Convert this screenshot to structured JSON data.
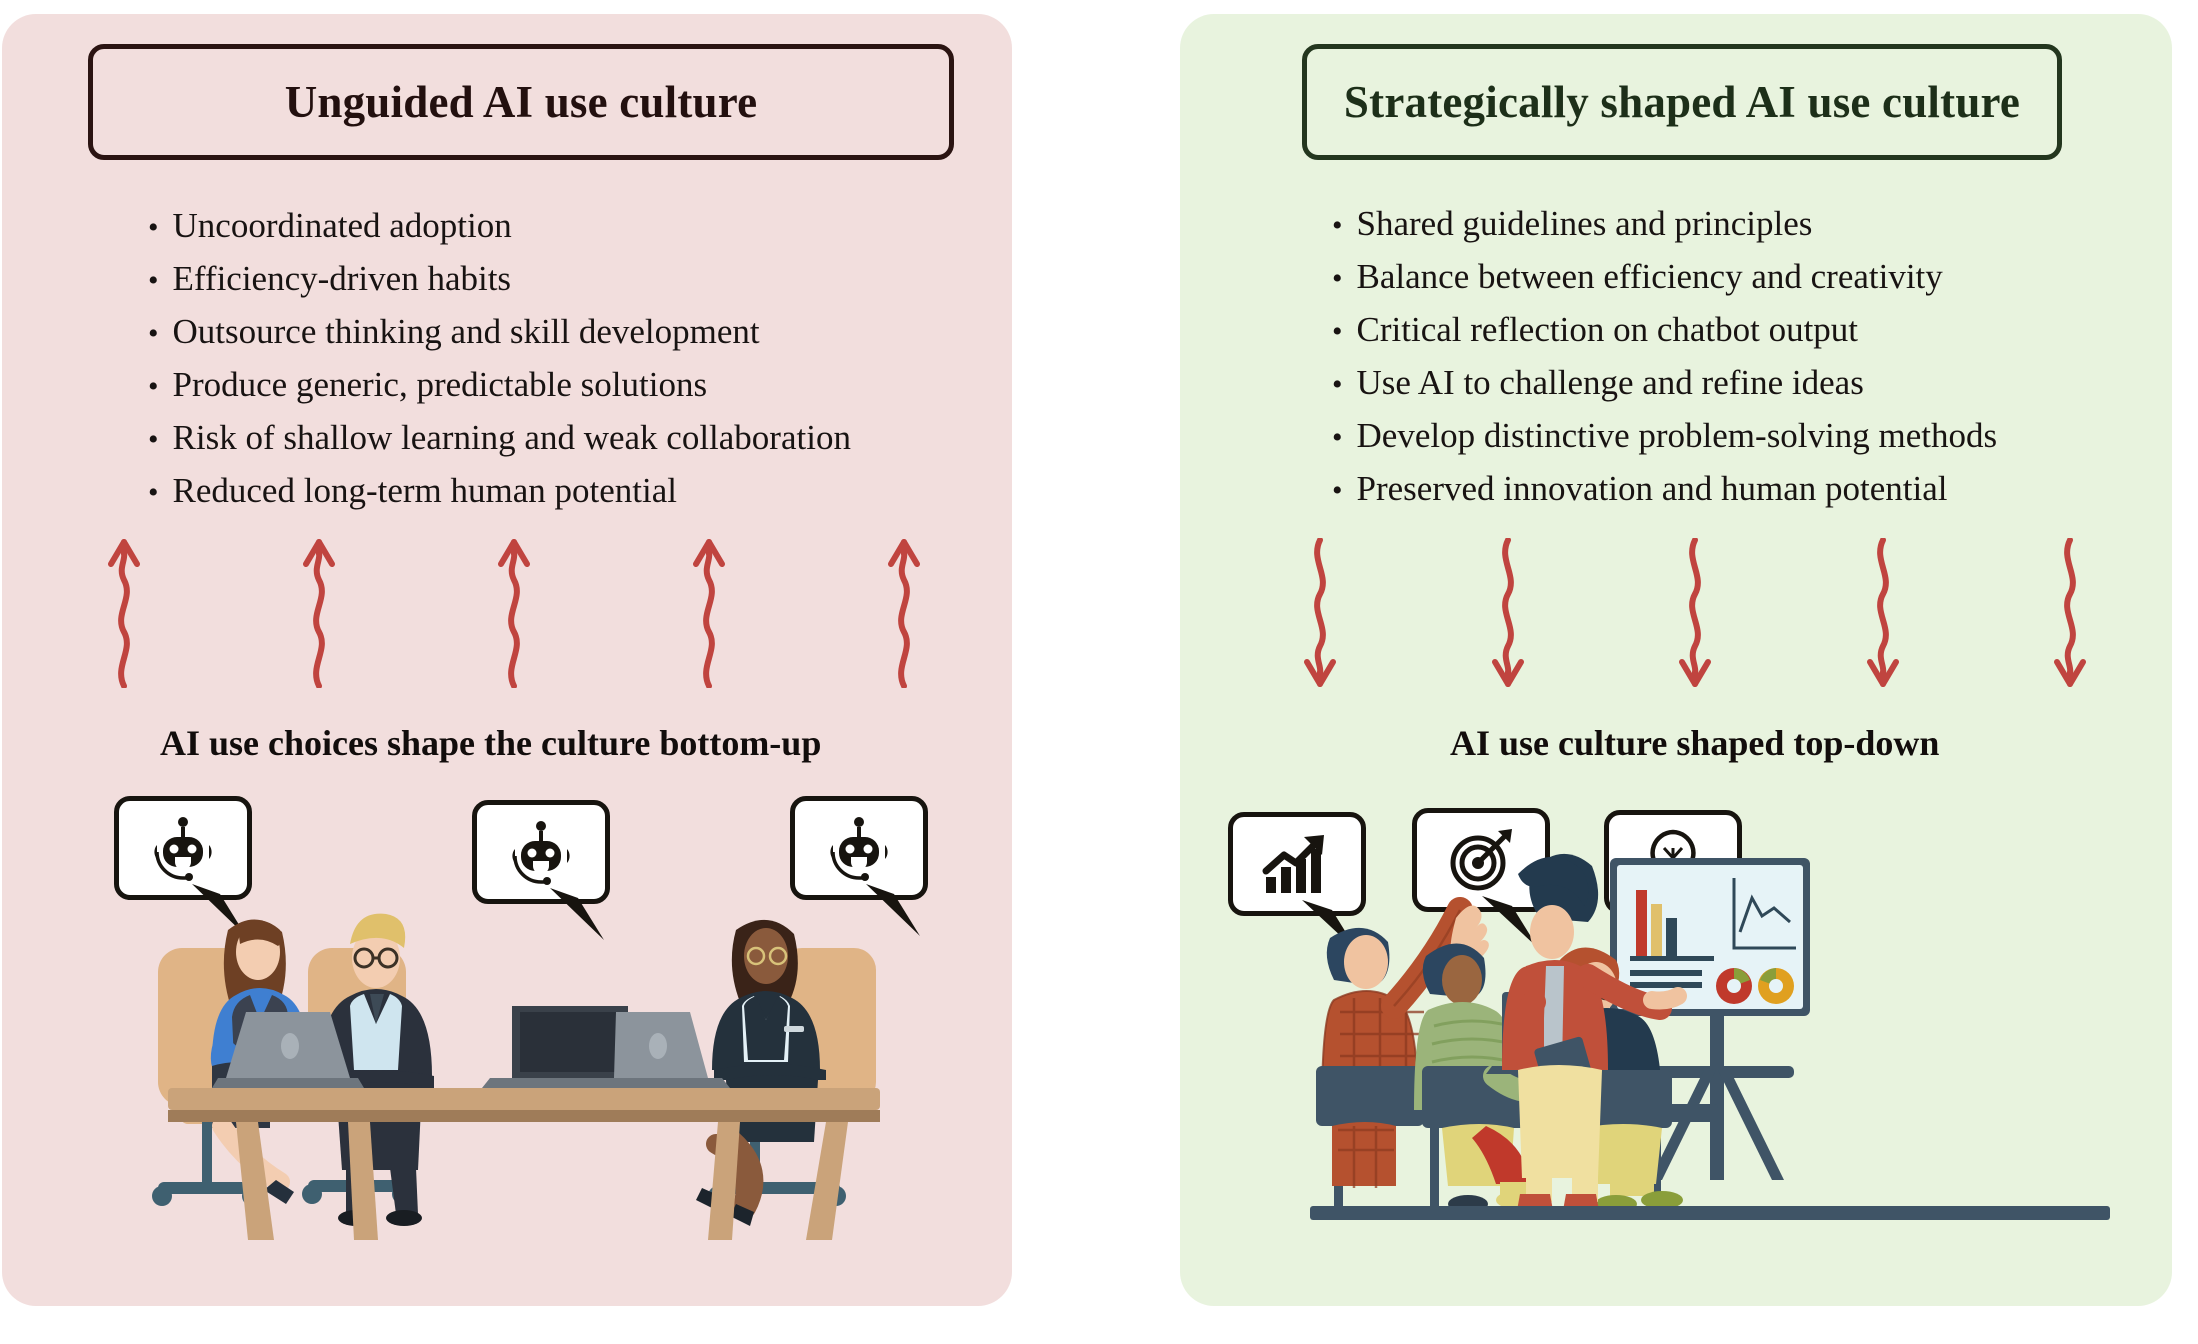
{
  "figure": {
    "type": "two-column comparison diagram",
    "background": "#ffffff"
  },
  "panels": {
    "left": {
      "name": "unguided-ai-use-culture",
      "bg_color": "#f2dedd",
      "accent_color": "#23100f",
      "title": "Unguided AI use culture",
      "bullets": [
        "Uncoordinated adoption",
        "Efficiency-driven habits",
        "Outsource thinking and skill development",
        "Produce generic, predictable solutions",
        "Risk of shallow learning and weak collaboration",
        "Reduced long-term human potential"
      ],
      "arrows": {
        "direction": "up",
        "count": 5,
        "color": "#c0443f",
        "style": "wavy"
      },
      "caption": "AI use choices shape the culture bottom-up",
      "bubbles": [
        {
          "icon": "chatbot-icon",
          "label": "chatbot"
        },
        {
          "icon": "chatbot-icon",
          "label": "chatbot"
        },
        {
          "icon": "chatbot-icon",
          "label": "chatbot"
        }
      ],
      "scene": {
        "name": "meeting-table-illustration",
        "description": "Three business people seated at a table using laptops",
        "people": [
          {
            "label": "woman-brown-hair-blue-blouse"
          },
          {
            "label": "man-blond-glasses-dark-suit"
          },
          {
            "label": "woman-dark-suit-glasses"
          }
        ],
        "objects": [
          "laptop",
          "laptop",
          "table",
          "office-chair",
          "office-chair",
          "chair"
        ]
      }
    },
    "right": {
      "name": "strategically-shaped-ai-use-culture",
      "bg_color": "#e8f3de",
      "accent_color": "#1d2f19",
      "title": "Strategically shaped AI use culture",
      "bullets": [
        "Shared guidelines and principles",
        "Balance between efficiency and creativity",
        "Critical reflection on chatbot output",
        "Use AI to challenge and refine ideas",
        "Develop distinctive problem-solving methods",
        "Preserved innovation and human potential"
      ],
      "arrows": {
        "direction": "down",
        "count": 5,
        "color": "#c0443f",
        "style": "wavy"
      },
      "caption": "AI use culture shaped top-down",
      "bubbles": [
        {
          "icon": "growth-chart-icon",
          "label": "growth chart with rising arrow"
        },
        {
          "icon": "target-icon",
          "label": "target with arrow"
        },
        {
          "icon": "lightbulb-icon",
          "label": "lightbulb idea"
        }
      ],
      "scene": {
        "name": "presentation-illustration",
        "description": "Presenter at a chart board with three seated audience members, one raising a hand",
        "people": [
          {
            "label": "man-plaid-shirt-hand-raised"
          },
          {
            "label": "person-green-sweater-laptop"
          },
          {
            "label": "man-red-hair-navy-jacket"
          },
          {
            "label": "woman-presenter-red-cardigan"
          }
        ],
        "objects": [
          "presentation-board",
          "bar-chart",
          "line-chart",
          "pie-chart",
          "pie-chart",
          "laptop",
          "bench",
          "tablet"
        ]
      }
    }
  },
  "bullet_marker": "•"
}
